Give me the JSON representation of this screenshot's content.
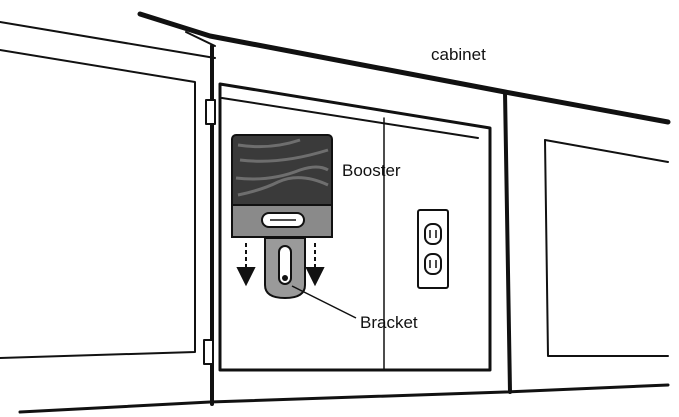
{
  "labels": {
    "cabinet": "cabinet",
    "booster": "Booster",
    "bracket": "Bracket"
  },
  "colors": {
    "line": "#111111",
    "booster_body": "#3a3a3a",
    "booster_panel": "#8a8a8a",
    "bracket_fill": "#9a9a9a"
  }
}
